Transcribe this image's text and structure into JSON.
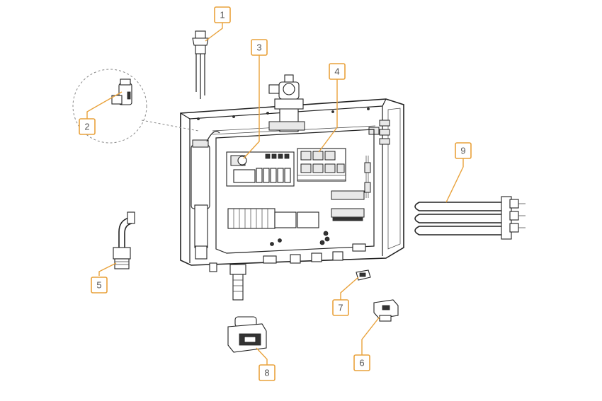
{
  "colors": {
    "callout_accent": "#e9a23b",
    "callout_text": "#555555",
    "line_art": "#222222",
    "background": "#ffffff"
  },
  "callouts": [
    {
      "label": "1"
    },
    {
      "label": "2"
    },
    {
      "label": "3"
    },
    {
      "label": "4"
    },
    {
      "label": "5"
    },
    {
      "label": "6"
    },
    {
      "label": "7"
    },
    {
      "label": "8"
    },
    {
      "label": "9"
    }
  ]
}
